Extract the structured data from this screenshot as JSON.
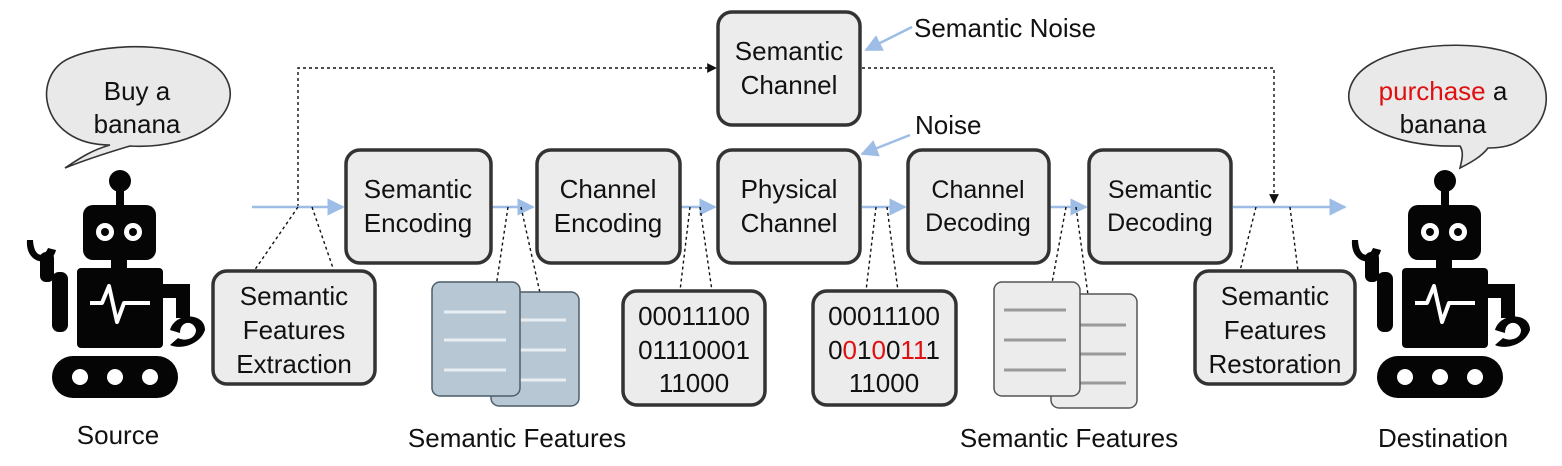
{
  "source_bubble": {
    "line1": "Buy a",
    "line2": "banana"
  },
  "destination_bubble": {
    "word_red": "purchase",
    "word_rest": " a",
    "line2": "banana"
  },
  "labels": {
    "source": "Source",
    "destination": "Destination",
    "semantic_features_left": "Semantic Features",
    "semantic_features_right": "Semantic Features",
    "semantic_noise": "Semantic Noise",
    "noise": "Noise"
  },
  "blocks": {
    "semantic_channel": [
      "Semantic",
      "Channel"
    ],
    "semantic_encoding": [
      "Semantic",
      "Encoding"
    ],
    "channel_encoding": [
      "Channel",
      "Encoding"
    ],
    "physical_channel": [
      "Physical",
      "Channel"
    ],
    "channel_decoding": [
      "Channel",
      "Decoding"
    ],
    "semantic_decoding": [
      "Semantic",
      "Decoding"
    ],
    "features_extraction": [
      "Semantic",
      "Features",
      "Extraction"
    ],
    "features_restoration": [
      "Semantic",
      "Features",
      "Restoration"
    ]
  },
  "bits_sent": [
    "00011100",
    "01110001",
    "11000"
  ],
  "bits_received": {
    "line1": "00011100",
    "line2": [
      {
        "t": "0",
        "err": false
      },
      {
        "t": "0",
        "err": true
      },
      {
        "t": "1",
        "err": false
      },
      {
        "t": "0",
        "err": true
      },
      {
        "t": "0",
        "err": false
      },
      {
        "t": "1",
        "err": true
      },
      {
        "t": "1",
        "err": true
      },
      {
        "t": "1",
        "err": false
      }
    ],
    "line3": "11000"
  },
  "colors": {
    "flow_arrow": "#9dbde6",
    "error_bit": "#e01010",
    "block_fill": "#ececec",
    "doc_blue": "#b7c7d3",
    "doc_gray": "#ececec"
  }
}
